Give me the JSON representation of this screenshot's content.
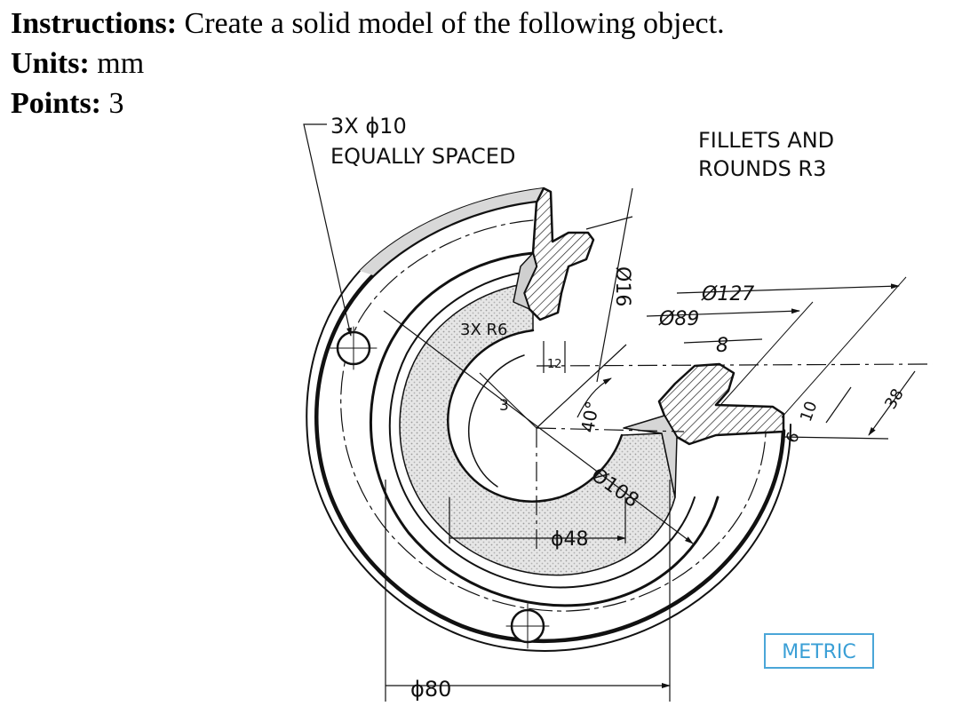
{
  "header": {
    "instructions_label": "Instructions:",
    "instructions_text": "Create a solid model of the following object.",
    "units_label": "Units:",
    "units_text": "mm",
    "points_label": "Points:",
    "points_text": "3"
  },
  "drawing": {
    "note_holes_line1": "3X ϕ10",
    "note_holes_line2": "EQUALLY SPACED",
    "note_fillets_line1": "FILLETS AND",
    "note_fillets_line2": "ROUNDS R3",
    "dim_dia_127": "Ø127",
    "dim_dia_89": "Ø89",
    "dim_8": "8",
    "dim_dia_16": "Ø16",
    "dim_12": "12",
    "dim_3xr6": "3X R6",
    "dim_3": "3",
    "dim_40deg": "40°",
    "dim_dia_108": "Ø108",
    "dim_dia_48": "ϕ48",
    "dim_dia_80": "ϕ80",
    "dim_6": "6",
    "dim_10": "10",
    "dim_38": "38",
    "metric_label": "METRIC"
  }
}
